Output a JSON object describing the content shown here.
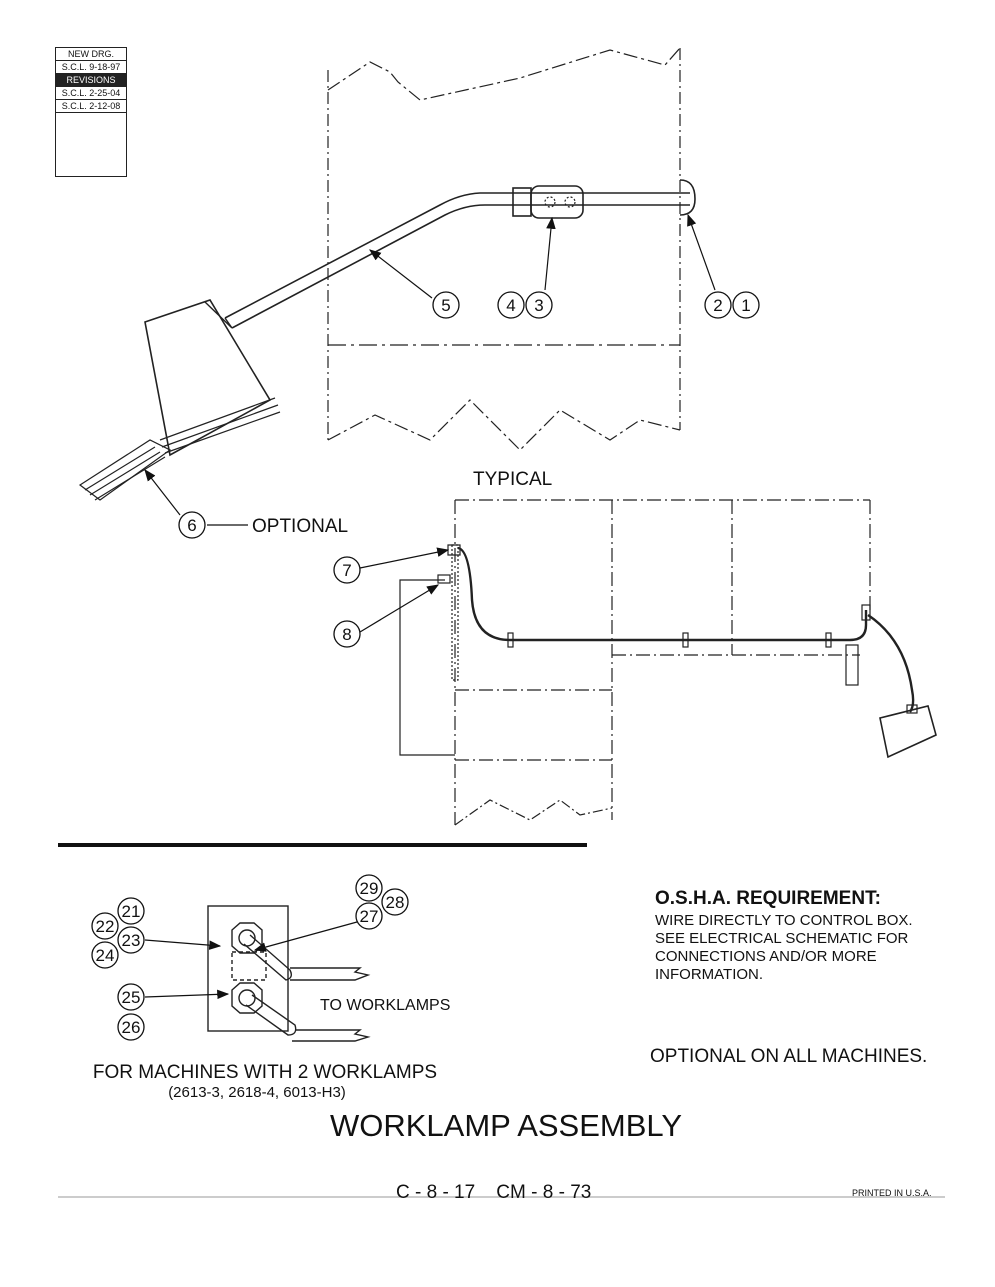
{
  "revision_block": {
    "rows": [
      "NEW DRG.",
      "S.C.L. 9-18-97",
      "REVISIONS",
      "S.C.L. 2-25-04",
      "S.C.L. 2-12-08"
    ]
  },
  "callouts_top": [
    "5",
    "4",
    "3",
    "2",
    "1"
  ],
  "callout_optional_number": "6",
  "optional_label": "OPTIONAL",
  "typical_label": "TYPICAL",
  "callouts_typical": [
    "7",
    "8"
  ],
  "callouts_switch": [
    "21",
    "22",
    "23",
    "24",
    "25",
    "26",
    "27",
    "28",
    "29"
  ],
  "to_worklamps": "TO WORKLAMPS",
  "machines_title": "FOR MACHINES WITH 2 WORKLAMPS",
  "machines_models": "(2613-3, 2618-4, 6013-H3)",
  "osha": {
    "title": "O.S.H.A. REQUIREMENT:",
    "lines": [
      "WIRE DIRECTLY TO CONTROL BOX.",
      "SEE ELECTRICAL SCHEMATIC FOR",
      "CONNECTIONS AND/OR MORE",
      "INFORMATION."
    ]
  },
  "optional_all": "OPTIONAL ON ALL MACHINES.",
  "assembly_title": "WORKLAMP ASSEMBLY",
  "page_code": "C - 8 - 17    CM - 8 - 73",
  "printed": "PRINTED IN U.S.A."
}
